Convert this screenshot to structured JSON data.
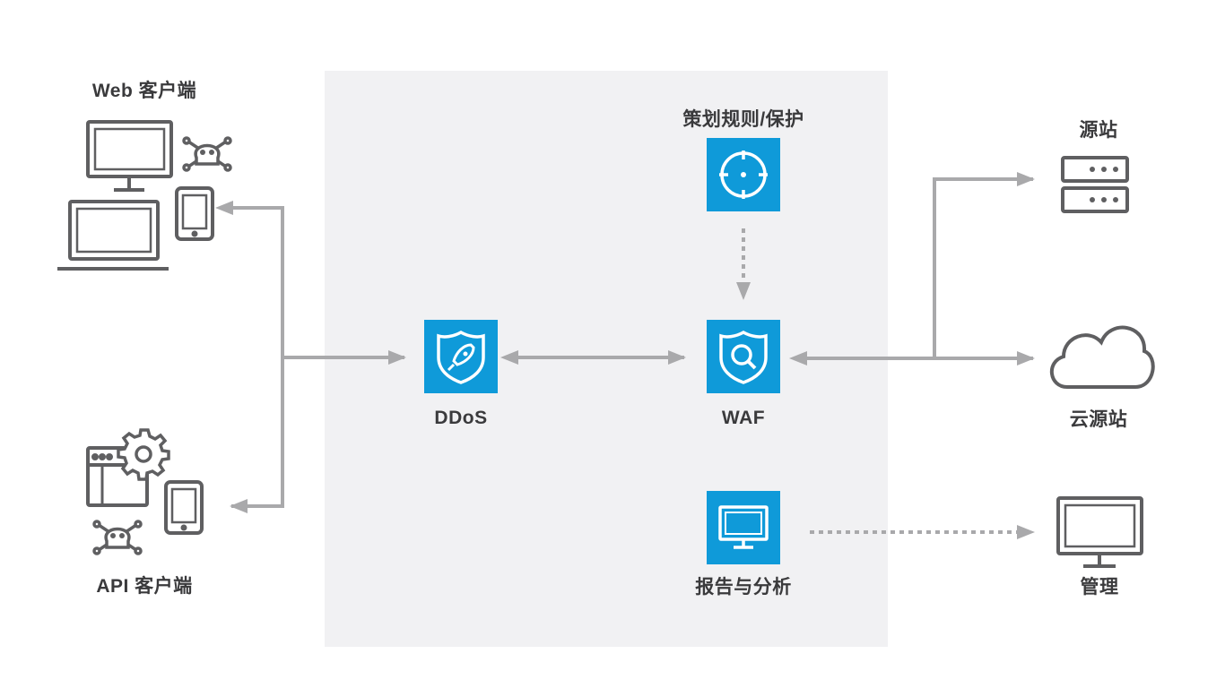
{
  "colors": {
    "accent": "#0f9ad9",
    "panel": "#f1f1f3",
    "icon_gray": "#5f5f61",
    "arrow_gray": "#a9a9ab",
    "text": "#3a3a3c"
  },
  "labels": {
    "web_client": "Web 客户端",
    "api_client": "API 客户端",
    "rules": "策划规则/保护",
    "ddos": "DDoS",
    "waf": "WAF",
    "reporting": "报告与分析",
    "origin": "源站",
    "cloud_origin": "云源站",
    "management": "管理"
  },
  "icons": {
    "web_client": [
      "monitor-icon",
      "laptop-icon",
      "tablet-icon",
      "skull-crossbones-icon"
    ],
    "api_client": [
      "browser-window-icon",
      "gear-icon",
      "tablet-icon",
      "skull-crossbones-icon"
    ],
    "rules": "crosshair-icon",
    "ddos": "shield-rocket-icon",
    "waf": "shield-search-icon",
    "reporting": "monitor-icon",
    "origin": "server-icon",
    "cloud_origin": "cloud-icon",
    "management": "monitor-icon"
  }
}
